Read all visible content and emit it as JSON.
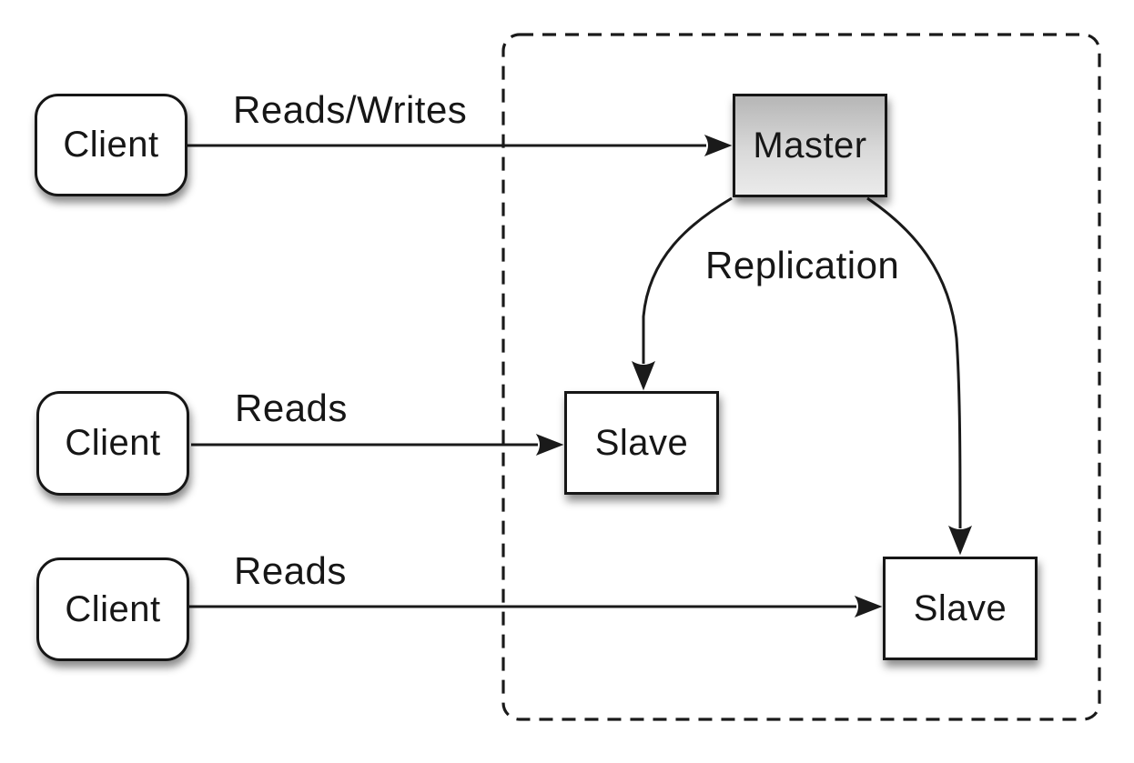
{
  "diagram": {
    "type": "master-slave-replication-architecture",
    "colors": {
      "background": "#ffffff",
      "stroke": "#1a1a1a",
      "text": "#161616",
      "master_gradient_top": "#b6b6b6",
      "master_gradient_bottom": "#ebebeb",
      "node_fill": "#ffffff"
    },
    "clients": [
      {
        "label": "Client"
      },
      {
        "label": "Client"
      },
      {
        "label": "Client"
      }
    ],
    "cluster": {
      "master": {
        "label": "Master"
      },
      "slaves": [
        {
          "label": "Slave"
        },
        {
          "label": "Slave"
        }
      ]
    },
    "edge_labels": {
      "top": "Reads/Writes",
      "middle": "Reads",
      "bottom": "Reads",
      "replication": "Replication"
    }
  }
}
